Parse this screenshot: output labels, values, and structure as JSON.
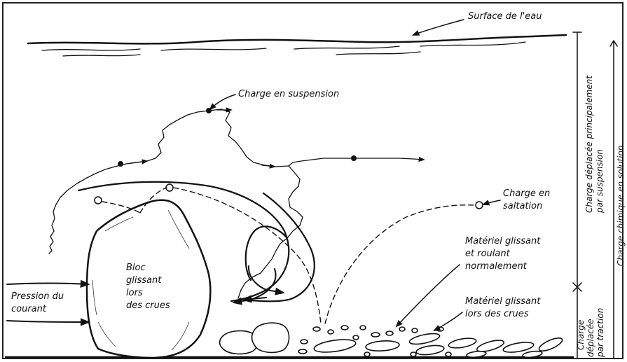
{
  "labels": {
    "water_surface": "Surface de l'eau",
    "suspension_load": "Charge en suspension",
    "saltation_load_line1": "Charge en",
    "saltation_load_line2": "saltation",
    "rolling_material_line1": "Matériel glissant",
    "rolling_material_line2": "et roulant",
    "rolling_material_line3": "normalement",
    "flood_material_line1": "Matériel glissant",
    "flood_material_line2": "lors des crues",
    "current_pressure_line1": "Pression du",
    "current_pressure_line2": "courant",
    "boulder_line1": "Bloc",
    "boulder_line2": "glissant",
    "boulder_line3": "lors",
    "boulder_line4": "des crues",
    "side_suspension_line1": "Charge déplacée principalement",
    "side_suspension_line2": "par suspension",
    "side_traction_line1": "Charge",
    "side_traction_line2": "déplacée",
    "side_traction_line3": "par traction",
    "side_solution": "Charge chimique en solution"
  },
  "colors": {
    "ink": "#111111",
    "background": "#ffffff",
    "frame": "#222222"
  }
}
